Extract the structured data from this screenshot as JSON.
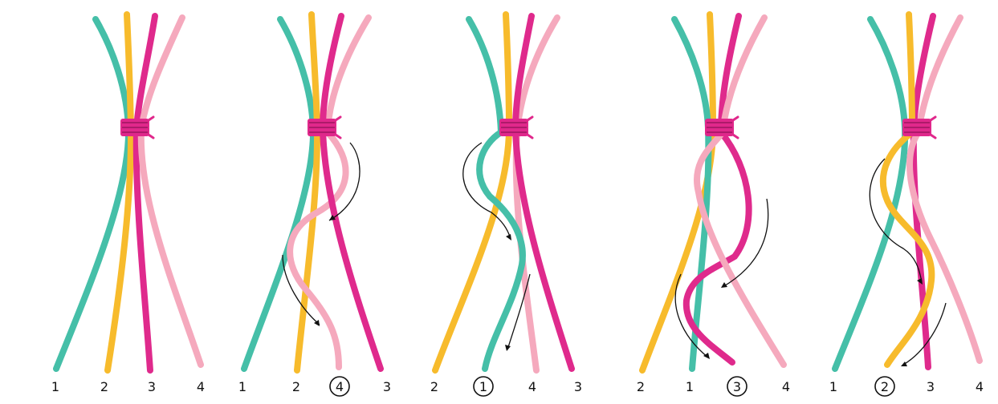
{
  "colors": {
    "teal": "#45bfa8",
    "yellow": "#f7bb2c",
    "magenta": "#df2a8c",
    "pink": "#f5a9bd",
    "binding": "#e0288b",
    "arrow": "#111111"
  },
  "steps": [
    {
      "labels": [
        "1",
        "2",
        "3",
        "4"
      ],
      "circled": null
    },
    {
      "labels": [
        "1",
        "2",
        "4",
        "3"
      ],
      "circled": 2
    },
    {
      "labels": [
        "2",
        "1",
        "4",
        "3"
      ],
      "circled": 1
    },
    {
      "labels": [
        "2",
        "1",
        "3",
        "4"
      ],
      "circled": 2
    },
    {
      "labels": [
        "1",
        "2",
        "3",
        "4"
      ],
      "circled": 1
    }
  ]
}
